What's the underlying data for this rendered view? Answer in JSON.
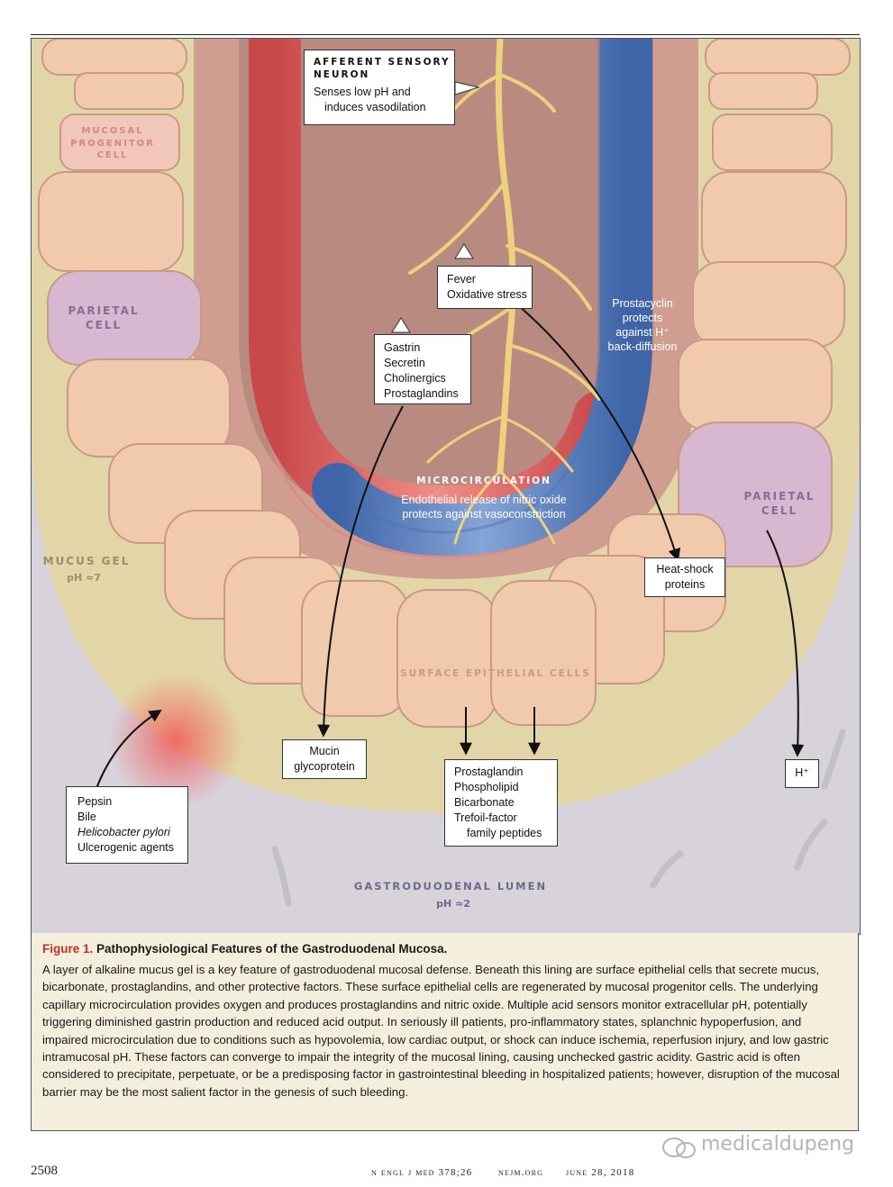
{
  "diagram": {
    "labels": {
      "mucosal_progenitor": "MUCOSAL\nPROGENITOR\nCELL",
      "parietal_left": "PARIETAL\nCELL",
      "parietal_right": "PARIETAL\nCELL",
      "mucus_gel": "MUCUS GEL",
      "mucus_ph": "pH ≈7",
      "surface_epithelial": "SURFACE EPITHELIAL CELLS",
      "lumen": "GASTRODUODENAL LUMEN",
      "lumen_ph": "pH ≈2",
      "prostacyclin": [
        "Prostacyclin",
        "protects",
        "against H⁺",
        "back-diffusion"
      ]
    },
    "boxes": {
      "afferent": {
        "title": [
          "AFFERENT SENSORY",
          "NEURON"
        ],
        "lines": [
          "Senses low pH and",
          "induces vasodilation"
        ]
      },
      "fever": [
        "Fever",
        "Oxidative stress"
      ],
      "gastrin": [
        "Gastrin",
        "Secretin",
        "Cholinergics",
        "Prostaglandins"
      ],
      "microcirculation": {
        "title": "MICROCIRCULATION",
        "lines": [
          "Endothelial release of nitric oxide",
          "protects against vasoconstriction"
        ]
      },
      "heat_shock": [
        "Heat-shock",
        "proteins"
      ],
      "mucin": [
        "Mucin",
        "glycoprotein"
      ],
      "prostaglandin": [
        "Prostaglandin",
        "Phospholipid",
        "Bicarbonate",
        "Trefoil-factor",
        "family peptides"
      ],
      "h_plus": "H⁺",
      "pepsin": [
        "Pepsin",
        "Bile",
        "Helicobacter pylori",
        "Ulcerogenic agents"
      ]
    }
  },
  "caption": {
    "figure_label": "Figure 1.",
    "title": "Pathophysiological Features of the Gastroduodenal Mucosa.",
    "body": "A layer of alkaline mucus gel is a key feature of gastroduodenal mucosal defense. Beneath this lining are surface epithelial cells that secrete mucus, bicarbonate, prostaglandins, and other protective factors. These surface epithelial cells are regenerated by mucosal progenitor cells. The underlying capillary microcirculation provides oxygen and produces prostaglandins and nitric oxide. Multiple acid sensors monitor extracellular pH, potentially triggering diminished gastrin production and reduced acid output. In seriously ill patients, pro-inflammatory states, splanchnic hypoperfusion, and impaired microcirculation due to conditions such as hypovolemia, low cardiac output, or shock can induce ischemia, reperfusion injury, and low gastric intramucosal pH. These factors can converge to impair the integrity of the mucosal lining, causing unchecked gastric acidity. Gastric acid is often considered to precipitate, perpetuate, or be a predisposing factor in gastrointestinal bleeding in hospitalized patients; however, disruption of the mucosal barrier may be the most salient factor in the genesis of such bleeding."
  },
  "footer": {
    "page_number": "2508",
    "journal": "n engl j med 378;26",
    "site": "nejm.org",
    "date": "june 28, 2018"
  },
  "watermark": "medicaldupeng",
  "colors": {
    "artery": "#d9605f",
    "vein": "#5a7dbb",
    "nerve": "#ecd27e",
    "cell": "#f1c9ac",
    "parietal": "#d5b4cf",
    "mucus": "#e3d6a8",
    "lumen": "#dcd6dc",
    "caption_bg": "#f4eedc",
    "figure_red": "#c0322b"
  }
}
